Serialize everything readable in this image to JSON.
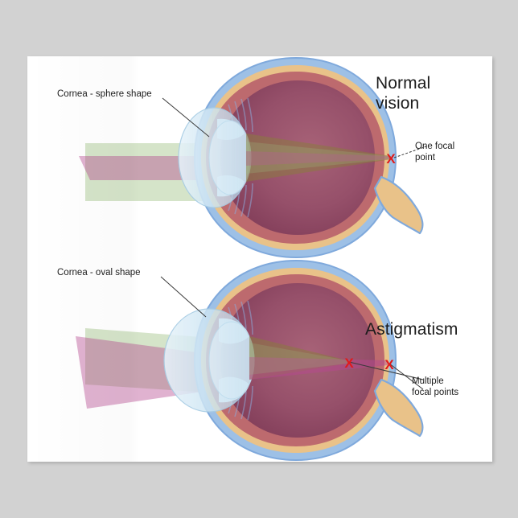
{
  "poster": {
    "background_color": "#d2d2d2",
    "sheet_color": "#ffffff",
    "topic": "Normal vision versus astigmatism eye anatomy diagram"
  },
  "panels": [
    {
      "id": "normal",
      "title": "Normal\nvision",
      "cornea_label": "Cornea - sphere shape",
      "focal_label": "One focal\npoint",
      "focal_point_count": 1
    },
    {
      "id": "astigmatism",
      "title": "Astigmatism",
      "cornea_label": "Cornea - oval shape",
      "focal_label": "Multiple\nfocal points",
      "focal_point_count": 2
    }
  ],
  "colors": {
    "sclera_outline": "#7fa9dc",
    "sclera_fill": "#9dc0e6",
    "choroid": "#e9c289",
    "retina_red": "#bd6a6e",
    "vitreous_dark": "#8c415c",
    "vitreous_light": "#b4707f",
    "cornea_blue": "#c2dcee",
    "aqueous_white": "#ffffff",
    "beam_green": "#9bbf7e",
    "beam_magenta": "#b5478f",
    "focal_marker": "#e01b1b",
    "leader_line": "#3a3a3a",
    "text": "#1c1c1c"
  },
  "markers": {
    "focal_symbol": "X"
  }
}
